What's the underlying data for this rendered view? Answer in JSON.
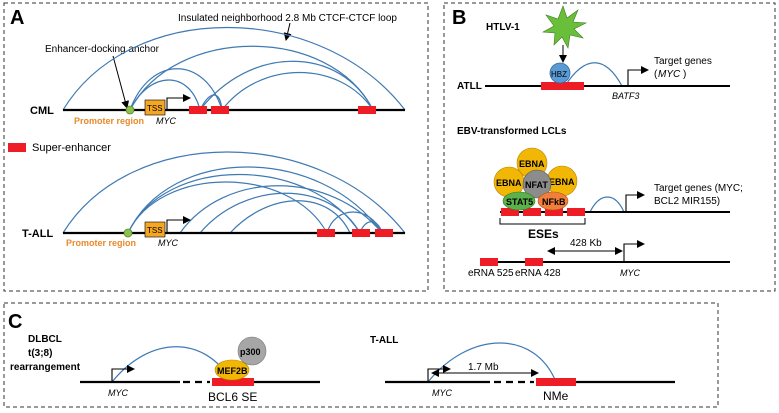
{
  "panels": {
    "a": {
      "letter": "A",
      "loop_label": "Insulated neighborhood 2.8 Mb CTCF-CTCF loop",
      "anchor_label": "Enhancer-docking anchor",
      "cml": {
        "row_label": "CML",
        "promoter_label": "Promoter region",
        "tss_label": "TSS",
        "gene_label": "MYC"
      },
      "legend_label": "Super-enhancer",
      "tall": {
        "row_label": "T-ALL",
        "promoter_label": "Promoter region",
        "tss_label": "TSS",
        "gene_label": "MYC"
      }
    },
    "b": {
      "letter": "B",
      "virus_label": "HTLV-1",
      "atll": {
        "row_label": "ATLL",
        "factor_label": "HBZ",
        "target_label": "Target genes",
        "target_gene": "MYC",
        "batf3_label": "BATF3"
      },
      "ebv": {
        "title": "EBV-transformed LCLs",
        "ebna_top": "EBNA",
        "ebna_left": "EBNA",
        "nfat": "NFAT",
        "ebna_right": "EBNA",
        "stat5": "STAT5",
        "nfkb": "NFkB",
        "target_line1": "Target genes (MYC;",
        "target_line2": "BCL2 MIR155)",
        "ese_label": "ESEs",
        "distance_label": "428 Kb",
        "erna1_label": "eRNA 525",
        "erna2_label": "eRNA 428",
        "gene_label": "MYC"
      }
    },
    "c": {
      "letter": "C",
      "dlbcl_line1": "DLBCL",
      "dlbcl_line2": "t(3;8)",
      "dlbcl_line3": "rearrangement",
      "gene_label": "MYC",
      "p300_label": "p300",
      "mef2b_label": "MEF2B",
      "bcl6_label": "BCL6 SE",
      "tall_label": "T-ALL",
      "distance_label": "1.7 Mb",
      "gene2_label": "MYC",
      "nme_label": "NMe"
    }
  },
  "colors": {
    "loop_blue": "#3f7ab3",
    "super_enhancer_red": "#ee1c25",
    "tss_orange": "#f5a623",
    "promoter_text": "#e8892b",
    "anchor_green": "#8cc152",
    "hbz_blue": "#5b9bd5",
    "star_green": "#6abf3a",
    "ebna_yellow": "#f2b705",
    "nfat_gray": "#8c8c8c",
    "stat5_green": "#5bb14a",
    "nfkb_orange": "#f07f3c",
    "p300_gray": "#a6a6a6"
  }
}
